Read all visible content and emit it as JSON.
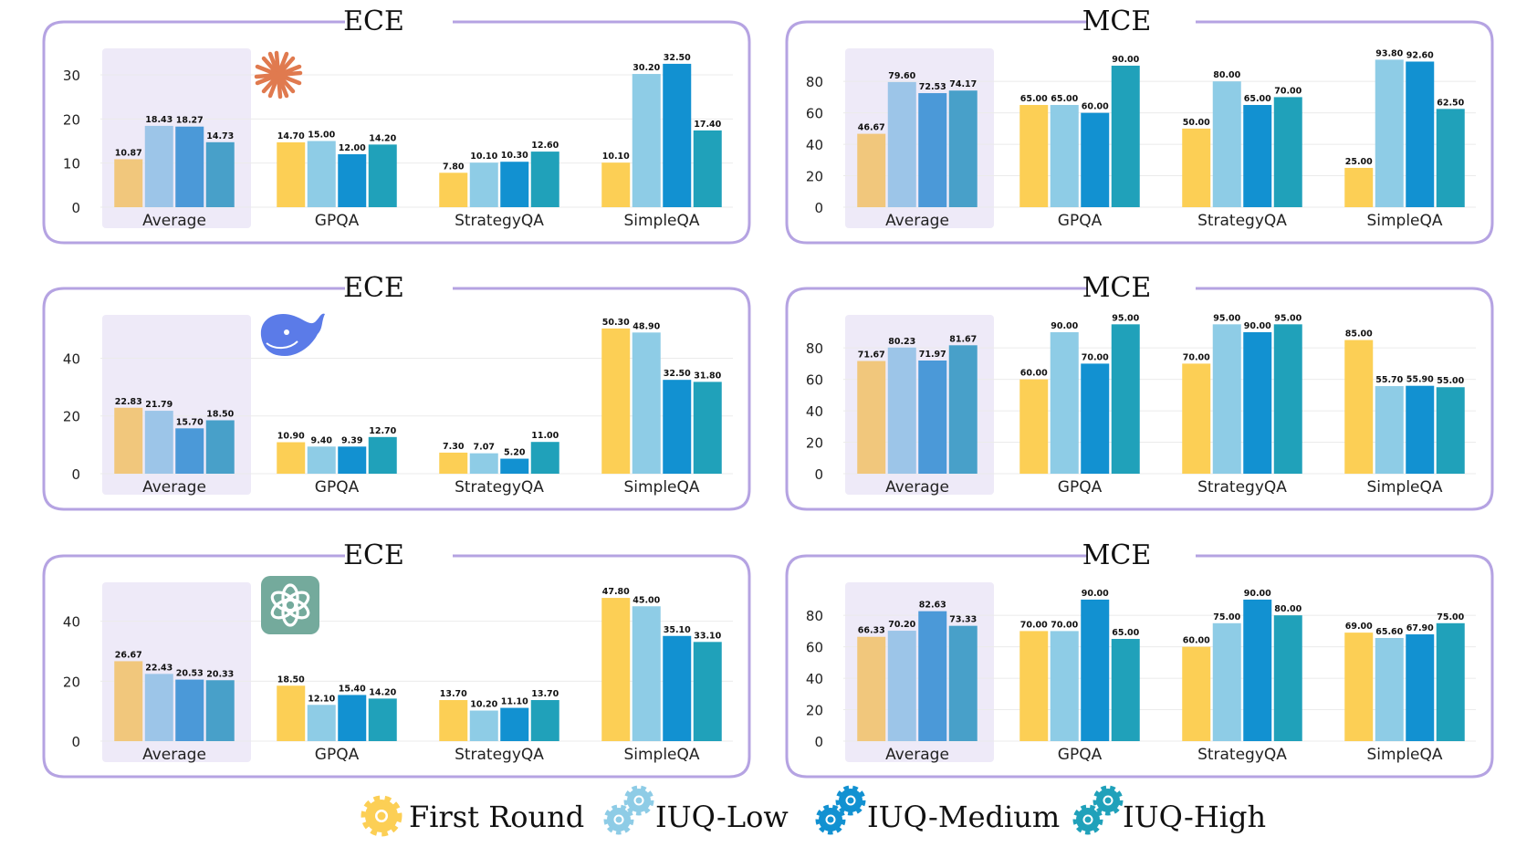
{
  "legend": {
    "items": [
      {
        "label": "First Round",
        "color": "#FCCF55"
      },
      {
        "label": "IUQ-Low",
        "color": "#8ECCE6"
      },
      {
        "label": "IUQ-Medium",
        "color": "#1291D1"
      },
      {
        "label": "IUQ-High",
        "color": "#20A1BA"
      }
    ]
  },
  "model_icons": [
    "claude-icon",
    "deepseek-icon",
    "openai-icon"
  ],
  "colors": {
    "panel_border": "#B5A3E2",
    "average_highlight": "#EEEAF8",
    "average_bars": [
      "#F1C77C",
      "#9CC5E8",
      "#4B99D8",
      "#48A0C9"
    ]
  },
  "chart_data": [
    {
      "type": "bar",
      "title": "ECE",
      "categories": [
        "Average",
        "GPQA",
        "StrategyQA",
        "SimpleQA"
      ],
      "ylim": [
        0,
        36
      ],
      "yticks": [
        0,
        10,
        20,
        30
      ],
      "series": [
        {
          "name": "First Round",
          "values": [
            10.87,
            14.7,
            7.8,
            10.1
          ],
          "labels": [
            "10.87",
            "14.70",
            "7.80",
            "10.10"
          ]
        },
        {
          "name": "IUQ-Low",
          "values": [
            18.43,
            15.0,
            10.1,
            30.2
          ],
          "labels": [
            "18.43",
            "15.00",
            "10.10",
            "30.20"
          ]
        },
        {
          "name": "IUQ-Medium",
          "values": [
            18.27,
            12.0,
            10.3,
            32.5
          ],
          "labels": [
            "18.27",
            "12.00",
            "10.30",
            "32.50"
          ]
        },
        {
          "name": "IUQ-High",
          "values": [
            14.73,
            14.2,
            12.6,
            17.4
          ],
          "labels": [
            "14.73",
            "14.20",
            "12.60",
            "17.40"
          ]
        }
      ]
    },
    {
      "type": "bar",
      "title": "MCE",
      "categories": [
        "Average",
        "GPQA",
        "StrategyQA",
        "SimpleQA"
      ],
      "ylim": [
        0,
        101
      ],
      "yticks": [
        0,
        20,
        40,
        60,
        80
      ],
      "series": [
        {
          "name": "First Round",
          "values": [
            46.67,
            65.0,
            50.0,
            25.0
          ],
          "labels": [
            "46.67",
            "65.00",
            "50.00",
            "25.00"
          ]
        },
        {
          "name": "IUQ-Low",
          "values": [
            79.6,
            65.0,
            80.0,
            93.8
          ],
          "labels": [
            "79.60",
            "65.00",
            "80.00",
            "93.80"
          ]
        },
        {
          "name": "IUQ-Medium",
          "values": [
            72.53,
            60.0,
            65.0,
            92.6
          ],
          "labels": [
            "72.53",
            "60.00",
            "65.00",
            "92.60"
          ]
        },
        {
          "name": "IUQ-High",
          "values": [
            74.17,
            90.0,
            70.0,
            62.5
          ],
          "labels": [
            "74.17",
            "90.00",
            "70.00",
            "62.50"
          ]
        }
      ]
    },
    {
      "type": "bar",
      "title": "ECE",
      "categories": [
        "Average",
        "GPQA",
        "StrategyQA",
        "SimpleQA"
      ],
      "ylim": [
        0,
        55
      ],
      "yticks": [
        0,
        20,
        40
      ],
      "series": [
        {
          "name": "First Round",
          "values": [
            22.83,
            10.9,
            7.3,
            50.3
          ],
          "labels": [
            "22.83",
            "10.90",
            "7.30",
            "50.30"
          ]
        },
        {
          "name": "IUQ-Low",
          "values": [
            21.79,
            9.4,
            7.07,
            48.9
          ],
          "labels": [
            "21.79",
            "9.40",
            "7.07",
            "48.90"
          ]
        },
        {
          "name": "IUQ-Medium",
          "values": [
            15.7,
            9.39,
            5.2,
            32.5
          ],
          "labels": [
            "15.70",
            "9.39",
            "5.20",
            "32.50"
          ]
        },
        {
          "name": "IUQ-High",
          "values": [
            18.5,
            12.7,
            11.0,
            31.8
          ],
          "labels": [
            "18.50",
            "12.70",
            "11.00",
            "31.80"
          ]
        }
      ]
    },
    {
      "type": "bar",
      "title": "MCE",
      "categories": [
        "Average",
        "GPQA",
        "StrategyQA",
        "SimpleQA"
      ],
      "ylim": [
        0,
        101
      ],
      "yticks": [
        0,
        20,
        40,
        60,
        80
      ],
      "series": [
        {
          "name": "First Round",
          "values": [
            71.67,
            60.0,
            70.0,
            85.0
          ],
          "labels": [
            "71.67",
            "60.00",
            "70.00",
            "85.00"
          ]
        },
        {
          "name": "IUQ-Low",
          "values": [
            80.23,
            90.0,
            95.0,
            55.7
          ],
          "labels": [
            "80.23",
            "90.00",
            "95.00",
            "55.70"
          ]
        },
        {
          "name": "IUQ-Medium",
          "values": [
            71.97,
            70.0,
            90.0,
            55.9
          ],
          "labels": [
            "71.97",
            "70.00",
            "90.00",
            "55.90"
          ]
        },
        {
          "name": "IUQ-High",
          "values": [
            81.67,
            95.0,
            95.0,
            55.0
          ],
          "labels": [
            "81.67",
            "95.00",
            "95.00",
            "55.00"
          ]
        }
      ]
    },
    {
      "type": "bar",
      "title": "ECE",
      "categories": [
        "Average",
        "GPQA",
        "StrategyQA",
        "SimpleQA"
      ],
      "ylim": [
        0,
        53
      ],
      "yticks": [
        0,
        20,
        40
      ],
      "series": [
        {
          "name": "First Round",
          "values": [
            26.67,
            18.5,
            13.7,
            47.8
          ],
          "labels": [
            "26.67",
            "18.50",
            "13.70",
            "47.80"
          ]
        },
        {
          "name": "IUQ-Low",
          "values": [
            22.43,
            12.1,
            10.2,
            45.0
          ],
          "labels": [
            "22.43",
            "12.10",
            "10.20",
            "45.00"
          ]
        },
        {
          "name": "IUQ-Medium",
          "values": [
            20.53,
            15.4,
            11.1,
            35.1
          ],
          "labels": [
            "20.53",
            "15.40",
            "11.10",
            "35.10"
          ]
        },
        {
          "name": "IUQ-High",
          "values": [
            20.33,
            14.2,
            13.7,
            33.1
          ],
          "labels": [
            "20.33",
            "14.20",
            "13.70",
            "33.10"
          ]
        }
      ]
    },
    {
      "type": "bar",
      "title": "MCE",
      "categories": [
        "Average",
        "GPQA",
        "StrategyQA",
        "SimpleQA"
      ],
      "ylim": [
        0,
        101
      ],
      "yticks": [
        0,
        20,
        40,
        60,
        80
      ],
      "series": [
        {
          "name": "First Round",
          "values": [
            66.33,
            70.0,
            60.0,
            69.0
          ],
          "labels": [
            "66.33",
            "70.00",
            "60.00",
            "69.00"
          ]
        },
        {
          "name": "IUQ-Low",
          "values": [
            70.2,
            70.0,
            75.0,
            65.6
          ],
          "labels": [
            "70.20",
            "70.00",
            "75.00",
            "65.60"
          ]
        },
        {
          "name": "IUQ-Medium",
          "values": [
            82.63,
            90.0,
            90.0,
            67.9
          ],
          "labels": [
            "82.63",
            "90.00",
            "90.00",
            "67.90"
          ]
        },
        {
          "name": "IUQ-High",
          "values": [
            73.33,
            65.0,
            80.0,
            75.0
          ],
          "labels": [
            "73.33",
            "65.00",
            "80.00",
            "75.00"
          ]
        }
      ]
    }
  ]
}
